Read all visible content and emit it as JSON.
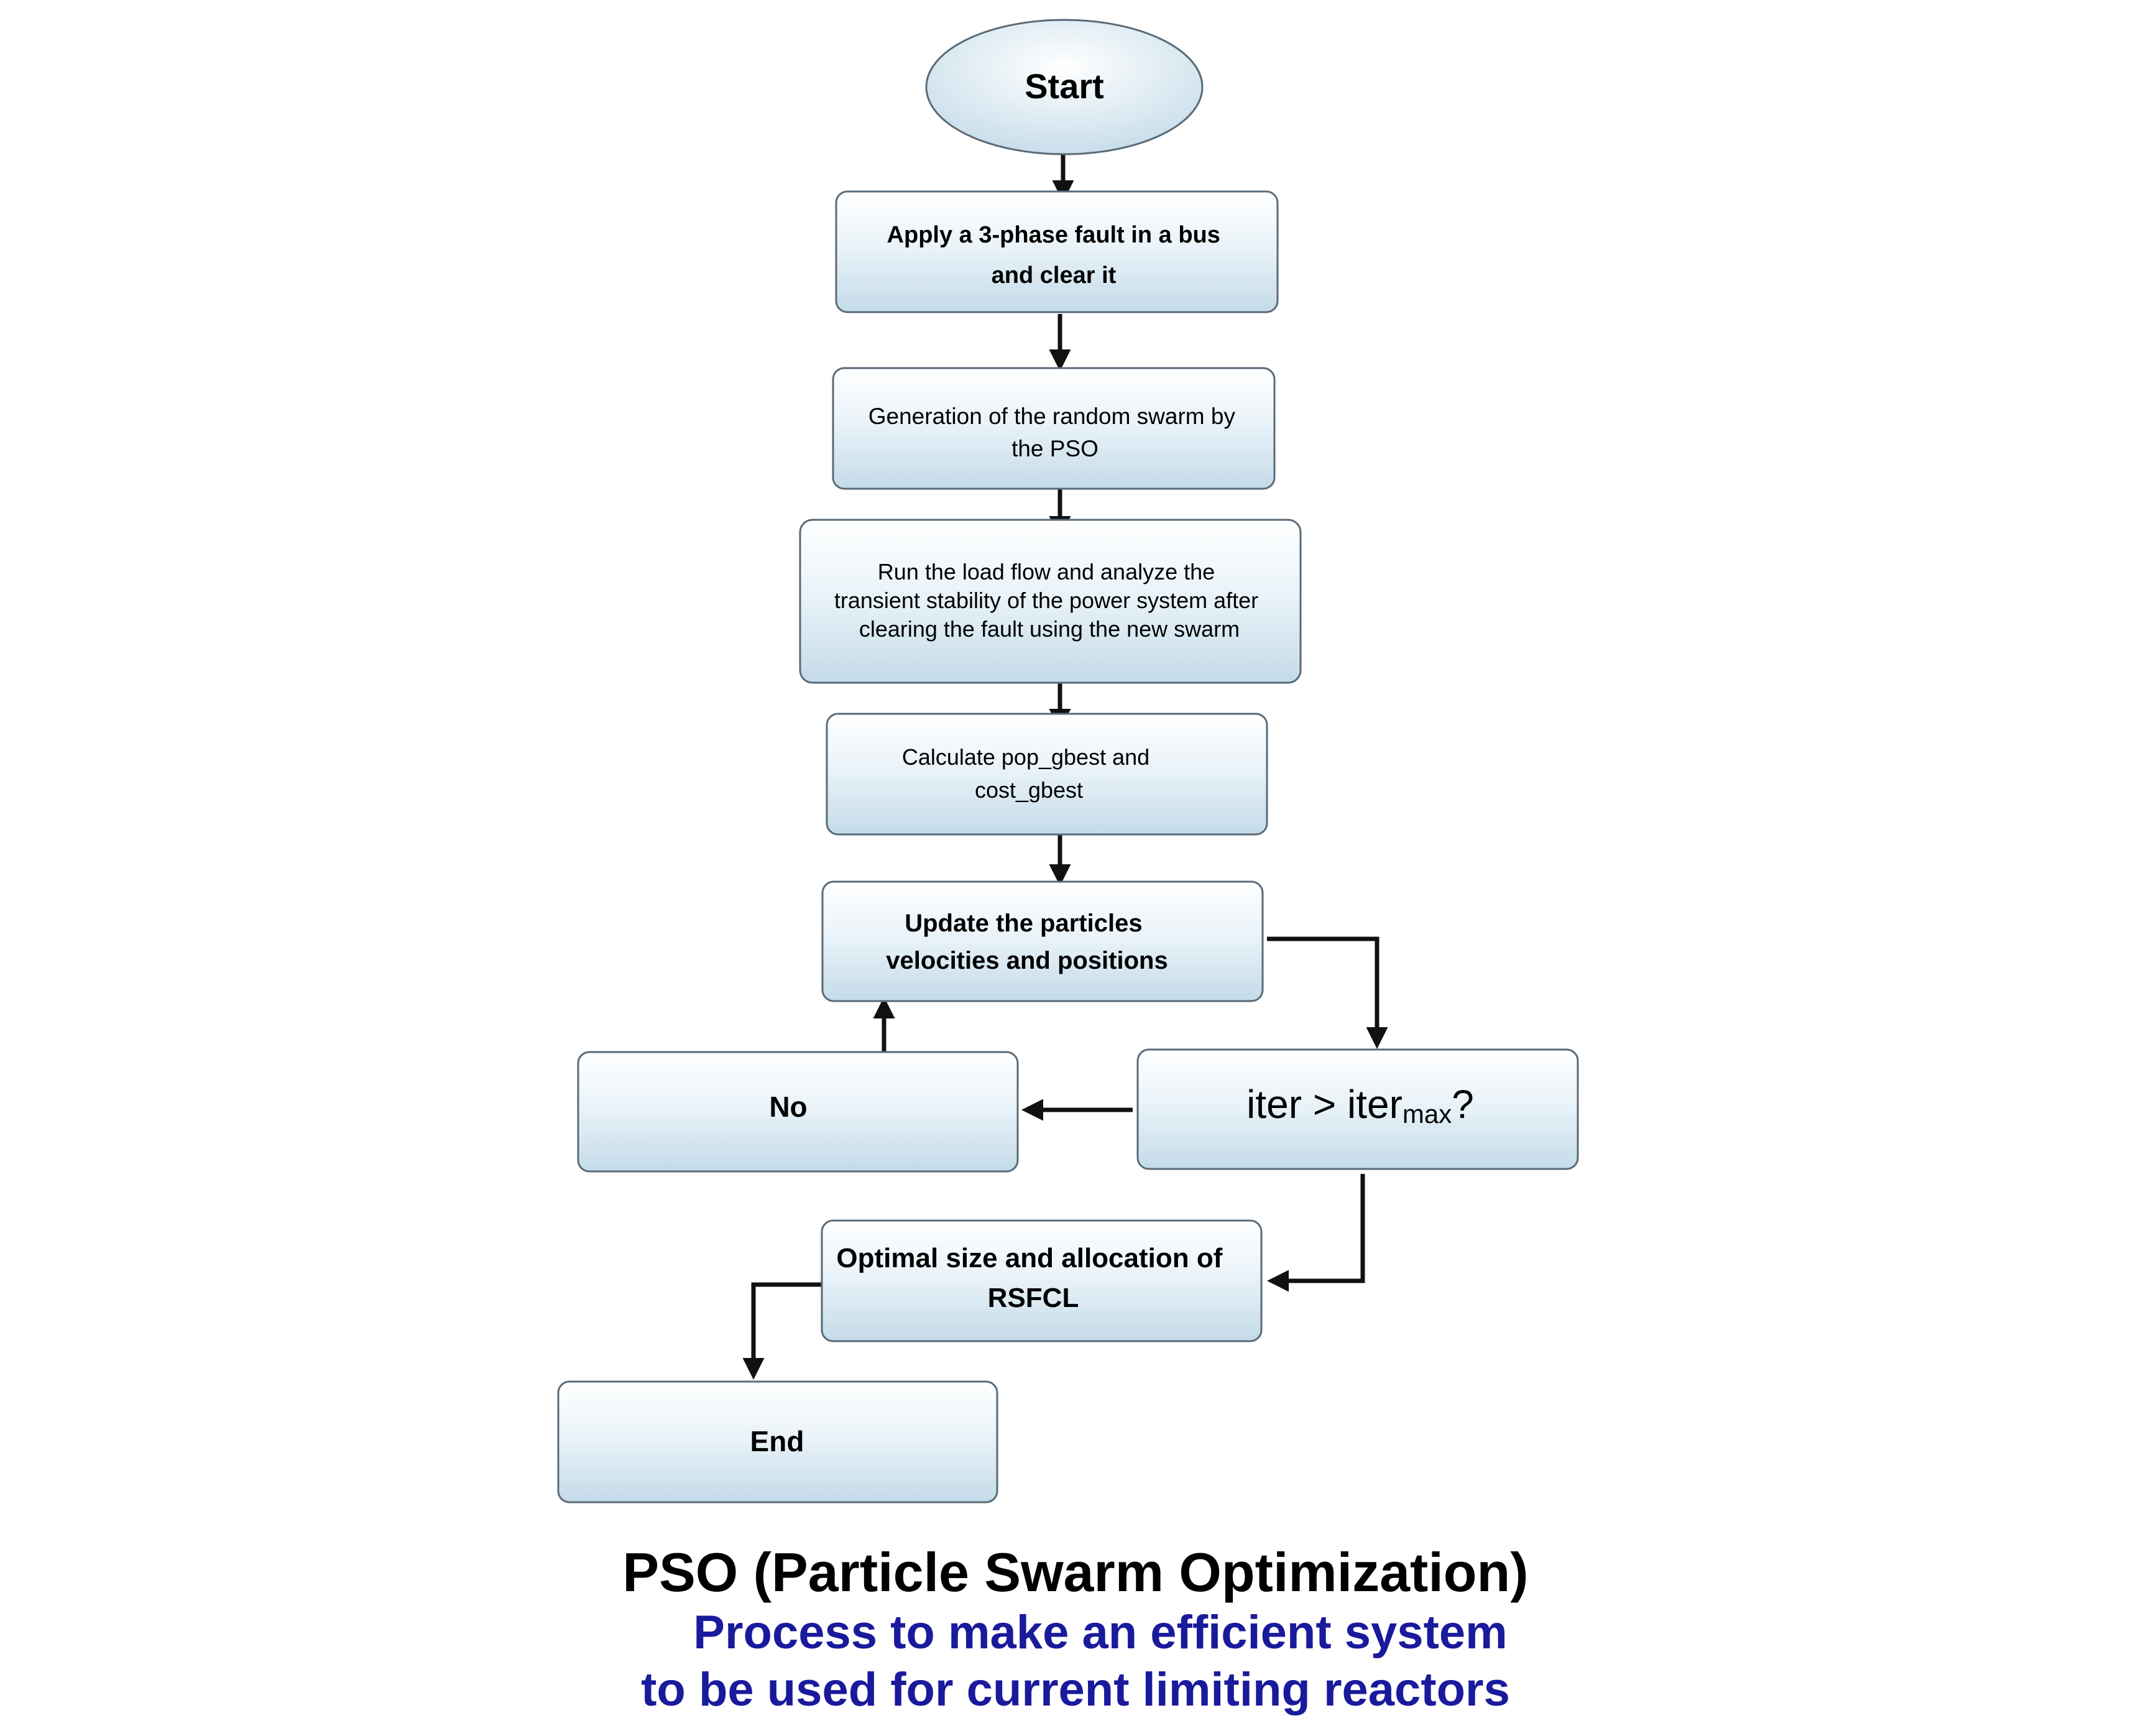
{
  "diagram": {
    "nodes": {
      "start": "Start",
      "apply_fault": [
        "Apply a 3-phase fault in a bus",
        "and clear it"
      ],
      "generation": [
        "Generation of the random swarm by",
        "the PSO"
      ],
      "run_load_flow": [
        "Run the load flow and analyze the",
        "transient stability of the power system after",
        "clearing the fault using the new swarm"
      ],
      "calculate": [
        "Calculate pop_gbest and",
        "cost_gbest"
      ],
      "update": [
        "Update the particles",
        "velocities and positions"
      ],
      "no": "No",
      "decision": {
        "prefix": "iter > iter",
        "subscript": "max",
        "suffix": "?"
      },
      "optimal": [
        "Optimal size and allocation of",
        "RSFCL"
      ],
      "end": "End"
    }
  },
  "caption": {
    "title": "PSO (Particle Swarm Optimization)",
    "subtitle_line1": "Process to make an efficient system",
    "subtitle_line2": "to be used for current limiting reactors"
  },
  "colors": {
    "box_fill_top": "#ffffff",
    "box_fill_bottom": "#c4dbe9",
    "box_stroke": "#5a6a78",
    "arrow": "#111111",
    "subtitle": "#1a1a9c"
  }
}
